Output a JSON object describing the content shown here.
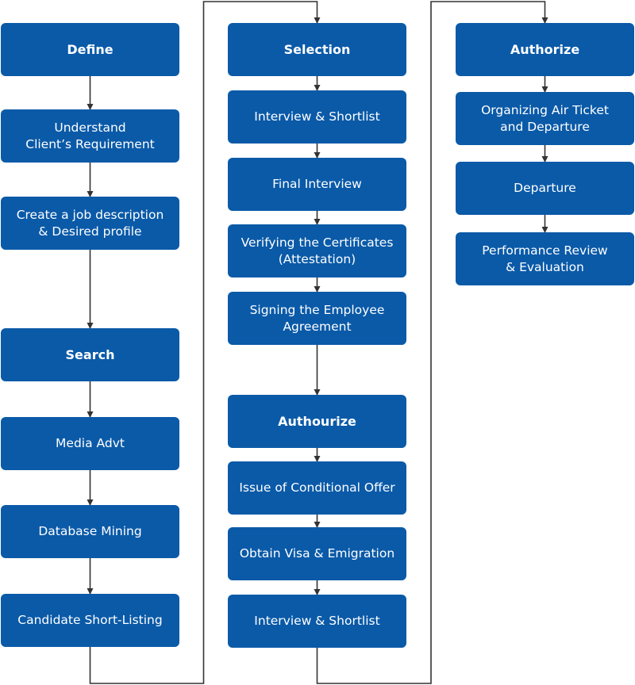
{
  "colors": {
    "box": "#0a5aa8",
    "text": "#ffffff",
    "line": "#333333"
  },
  "columns": [
    {
      "name": "column-1",
      "boxes": [
        {
          "label": "Define",
          "type": "header"
        },
        {
          "label": "Understand\nClient’s Requirement",
          "type": "step"
        },
        {
          "label": "Create a job description\n& Desired profile",
          "type": "step"
        },
        {
          "label": "Search",
          "type": "header"
        },
        {
          "label": "Media Advt",
          "type": "step"
        },
        {
          "label": "Database Mining",
          "type": "step"
        },
        {
          "label": "Candidate Short-Listing",
          "type": "step"
        }
      ]
    },
    {
      "name": "column-2",
      "boxes": [
        {
          "label": "Selection",
          "type": "header"
        },
        {
          "label": "Interview & Shortlist",
          "type": "step"
        },
        {
          "label": "Final Interview",
          "type": "step"
        },
        {
          "label": "Verifying the Certificates\n(Attestation)",
          "type": "step"
        },
        {
          "label": "Signing the Employee\nAgreement",
          "type": "step"
        },
        {
          "label": "Authourize",
          "type": "header"
        },
        {
          "label": "Issue of Conditional Offer",
          "type": "step"
        },
        {
          "label": "Obtain Visa & Emigration",
          "type": "step"
        },
        {
          "label": "Interview & Shortlist",
          "type": "step"
        }
      ]
    },
    {
      "name": "column-3",
      "boxes": [
        {
          "label": "Authorize",
          "type": "header"
        },
        {
          "label": "Organizing Air Ticket\nand Departure",
          "type": "step"
        },
        {
          "label": "Departure",
          "type": "step"
        },
        {
          "label": "Performance Review\n& Evaluation",
          "type": "step"
        }
      ]
    }
  ]
}
